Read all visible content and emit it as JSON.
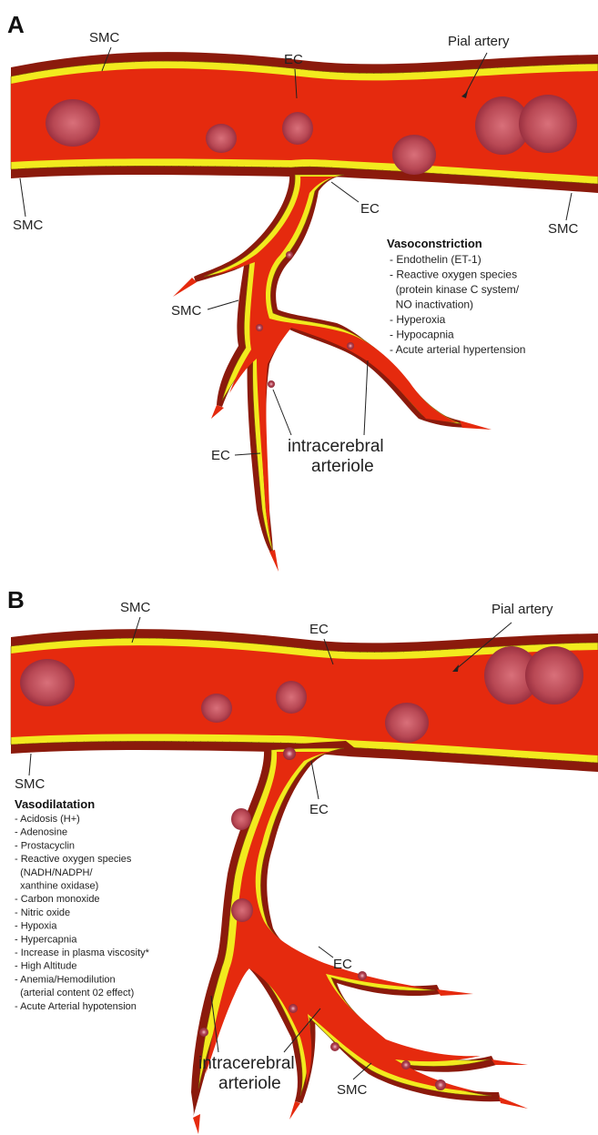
{
  "panel_a": {
    "letter": "A",
    "labels": {
      "smc_top": "SMC",
      "ec_top": "EC",
      "pial_artery": "Pial artery",
      "smc_left": "SMC",
      "ec_branch": "EC",
      "smc_right": "SMC",
      "smc_branch": "SMC",
      "ec_lower": "EC",
      "arteriole": "intracerebral\narteriole"
    },
    "list": {
      "title": "Vasoconstriction",
      "items": [
        "- Endothelin (ET-1)",
        "- Reactive oxygen species",
        "  (protein kinase C system/",
        "  NO inactivation)",
        "- Hyperoxia",
        "- Hypocapnia",
        "- Acute arterial hypertension"
      ]
    }
  },
  "panel_b": {
    "letter": "B",
    "labels": {
      "smc_top": "SMC",
      "ec_top": "EC",
      "pial_artery": "Pial artery",
      "smc_left": "SMC",
      "ec_branch": "EC",
      "ec_lower": "EC",
      "smc_lower": "SMC",
      "arteriole": "intracerebral\narteriole"
    },
    "list": {
      "title": "Vasodilatation",
      "items": [
        "- Acidosis (H+)",
        "- Adenosine",
        "- Prostacyclin",
        "- Reactive oxygen species",
        "  (NADH/NADPH/",
        "  xanthine oxidase)",
        "- Carbon monoxide",
        "- Nitric oxide",
        "- Hypoxia",
        "- Hypercapnia",
        "- Increase in plasma viscosity*",
        "- High Altitude",
        "- Anemia/Hemodilution",
        "  (arterial content 02 effect)",
        "- Acute Arterial hypotension"
      ]
    }
  },
  "colors": {
    "vessel_wall": "#8b1a0c",
    "lumen": "#e52a0e",
    "endothelium": "#f2ea1e",
    "cell": "#c24a55"
  }
}
